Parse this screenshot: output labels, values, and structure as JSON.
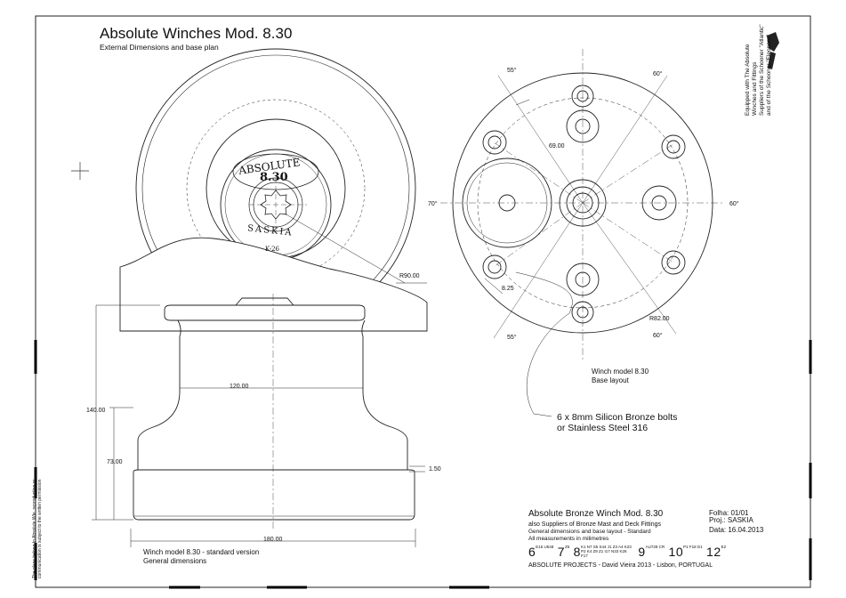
{
  "title": {
    "main": "Absolute Winches Mod. 8.30",
    "sub": "External Dimensions and base plan"
  },
  "side_credit": {
    "line1": "Equipped with The Absolute",
    "line2": "Winches and Fittings",
    "line3": "Suppliers of the Schooner \"Atlantic\"",
    "line4": "and of the Schooner \"Eleonora\""
  },
  "legal_note": {
    "line1": "The plans belong to Absolute Wte. reproduction or",
    "line2": "communication is subject to the written permission"
  },
  "winch_brand": {
    "top": "ABSOLUTE",
    "model": "8.30",
    "name": "SASKIA",
    "code": "K-26"
  },
  "dimensions": {
    "r90": "R90.00",
    "d120": "120.00",
    "h140": "140.00",
    "h73": "73.00",
    "t150": "1.50",
    "d180": "180.00",
    "d69": "69.00",
    "d825": "8.25",
    "r82": "R82.00",
    "a55_top": "55°",
    "a60_top": "60°",
    "a70": "70°",
    "a60_right": "60°",
    "a55_bottom": "55°",
    "a60_bottom": "60°"
  },
  "captions": {
    "front_line1": "Winch model 8.30 - standard version",
    "front_line2": "General dimensions",
    "base_line1": "Winch model 8.30",
    "base_line2": "Base layout",
    "bolts_line1": "6 x 8mm Silicon Bronze bolts",
    "bolts_line2": "or Stainless Steel 316"
  },
  "title_block": {
    "title": "Absolute Bronze Winch Mod. 8.30",
    "subtitle": "also Suppliers of Bronze Mast and Deck Fittings",
    "desc1": "General dimensions and base layout - Standard",
    "desc2": "All measurements in milimetres",
    "folha": "Folha: 01/01",
    "proj": "Proj.: SASKIA",
    "data": "Data: 16.04.2013",
    "codes": [
      {
        "big": "6",
        "small": "E15 U548"
      },
      {
        "big": "7",
        "small": "Z5"
      },
      {
        "big": "8",
        "small": "K1 N7 S5 S44 J1 Z3 A4 K23 P2 K4 Z9 Z1 I17 N33 K26 F17"
      },
      {
        "big": "9",
        "small": "AU728 CR"
      },
      {
        "big": "10",
        "small": "P1 F18 D1"
      },
      {
        "big": "12",
        "small": "E2"
      }
    ],
    "footer": "ABSOLUTE PROJECTS - David Vieira 2013 - Lisbon, PORTUGAL"
  }
}
